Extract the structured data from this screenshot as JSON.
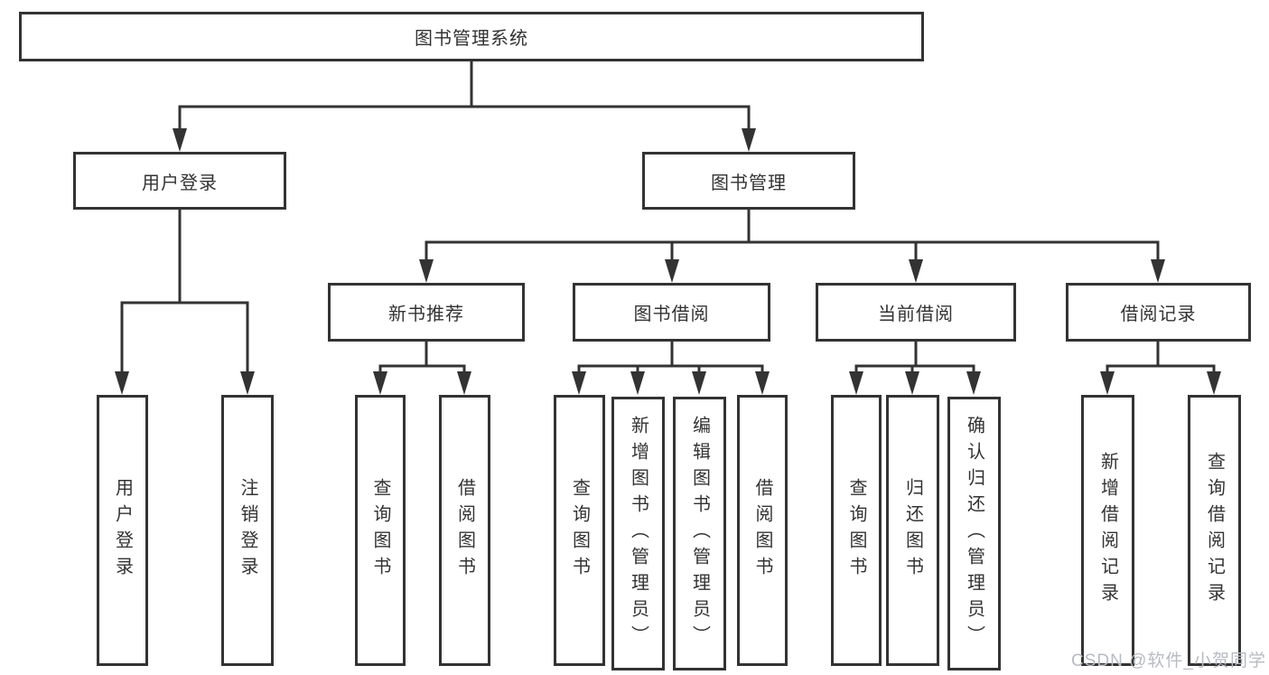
{
  "diagram_title": "图书管理系统",
  "nodes": {
    "root": "图书管理系统",
    "user_login": "用户登录",
    "book_mgmt": "图书管理",
    "new_book_rec": "新书推荐",
    "book_borrow": "图书借阅",
    "current_borrow": "当前借阅",
    "borrow_records": "借阅记录",
    "ul_user_login": "用户登录",
    "ul_logout": "注销登录",
    "nb_query_books": "查询图书",
    "nb_borrow_books": "借阅图书",
    "bb_query_books": "查询图书",
    "bb_add_books": "新增图书（管理员）",
    "bb_edit_books": "编辑图书（管理员）",
    "bb_borrow_books": "借阅图书",
    "cb_query_books": "查询图书",
    "cb_return_books": "归还图书",
    "cb_confirm_return": "确认归还（管理员）",
    "br_add_record": "新增借阅记录",
    "br_query_record": "查询借阅记录"
  },
  "hierarchy": {
    "图书管理系统": {
      "用户登录": [
        "用户登录",
        "注销登录"
      ],
      "图书管理": {
        "新书推荐": [
          "查询图书",
          "借阅图书"
        ],
        "图书借阅": [
          "查询图书",
          "新增图书（管理员）",
          "编辑图书（管理员）",
          "借阅图书"
        ],
        "当前借阅": [
          "查询图书",
          "归还图书",
          "确认归还（管理员）"
        ],
        "借阅记录": [
          "新增借阅记录",
          "查询借阅记录"
        ]
      }
    }
  },
  "watermark": "CSDN @软件_小贺同学",
  "colors": {
    "line": "#333333",
    "box_border": "#333333",
    "box_fill": "#ffffff",
    "text": "#333333",
    "watermark": "#b7bbc2"
  }
}
